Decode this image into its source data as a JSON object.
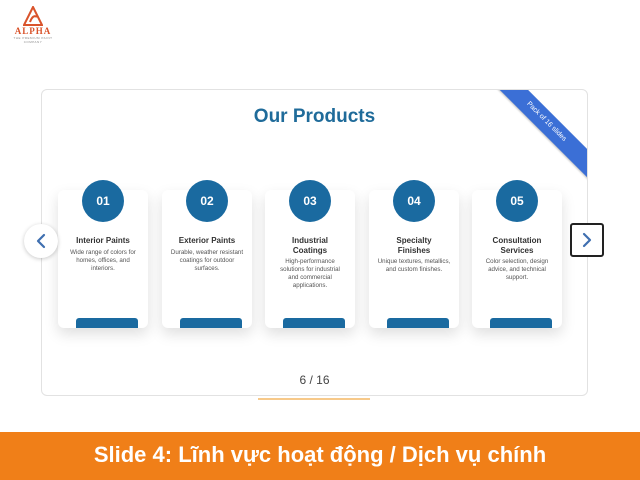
{
  "logo": {
    "name": "ALPHA",
    "tagline": "THE PREMIUM PAINT COMPANY",
    "color": "#d9532b"
  },
  "slide": {
    "title": "Our Products",
    "ribbon": "Pack of 16 slides",
    "counter": "6 / 16",
    "current": 6,
    "total": 16,
    "accent_color": "#1a6aa0",
    "ribbon_color": "#3b6fd6",
    "cards": [
      {
        "number": "01",
        "title": "Interior Paints",
        "description": "Wide range of colors for homes, offices, and interiors."
      },
      {
        "number": "02",
        "title": "Exterior Paints",
        "description": "Durable, weather resistant coatings for outdoor surfaces."
      },
      {
        "number": "03",
        "title": "Industrial Coatings",
        "description": "High-performance solutions for industrial and commercial applications."
      },
      {
        "number": "04",
        "title": "Specialty Finishes",
        "description": "Unique textures, metallics, and custom finishes."
      },
      {
        "number": "05",
        "title": "Consultation Services",
        "description": "Color selection, design advice, and technical support."
      }
    ]
  },
  "navigation": {
    "prev_icon": "chevron-left-icon",
    "next_icon": "chevron-right-icon"
  },
  "caption": {
    "text": "Slide 4: Lĩnh vực hoạt động / Dịch vụ chính",
    "background": "#f07f18"
  }
}
